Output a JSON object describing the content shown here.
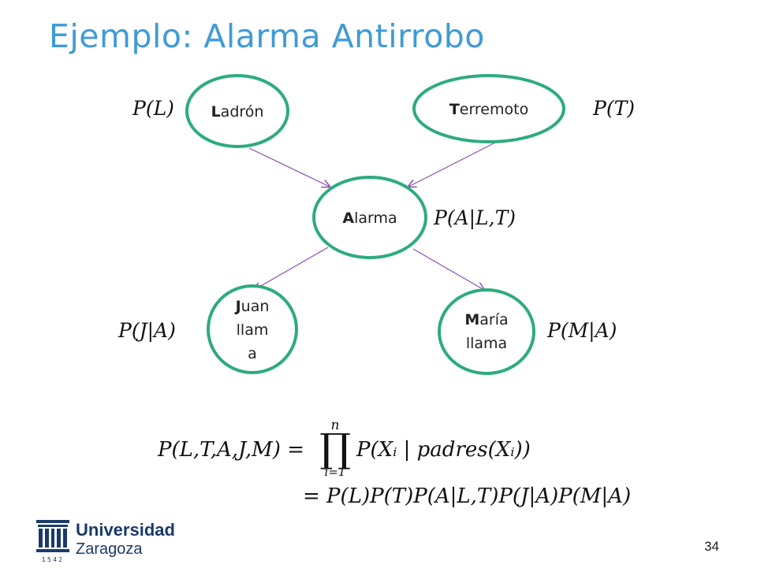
{
  "slide": {
    "title": "Ejemplo: Alarma Antirrobo",
    "page_number": "34"
  },
  "colors": {
    "title": "#3f9bd6",
    "node_fill": "#ffffff",
    "node_stroke": "#2eab7e",
    "edge": "#8a4fb0"
  },
  "nodes": {
    "ladron": {
      "initial": "L",
      "rest": "adrón",
      "prob": "P(L)"
    },
    "terremoto": {
      "initial": "T",
      "rest": "erremoto",
      "prob": "P(T)"
    },
    "alarma": {
      "initial": "A",
      "rest": "larma",
      "prob": "P(A|L,T)"
    },
    "juan": {
      "initial": "J",
      "line1_rest": "uan",
      "line2": "llam",
      "line3": "a",
      "prob": "P(J|A)"
    },
    "maria": {
      "initial": "M",
      "line1_rest": "aría",
      "line2": "llama",
      "prob": "P(M|A)"
    }
  },
  "formula": {
    "lhs": "P(L,T,A,J,M) =",
    "prod_upper": "n",
    "prod_symbol": "∏",
    "prod_lower": "i=1",
    "rhs1": "P(Xᵢ | padres(Xᵢ))",
    "rhs2": "= P(L)P(T)P(A|L,T)P(J|A)P(M|A)"
  },
  "logo": {
    "line1": "Universidad",
    "line2": "Zaragoza",
    "year": "1542",
    "icon": "university-building-icon"
  }
}
